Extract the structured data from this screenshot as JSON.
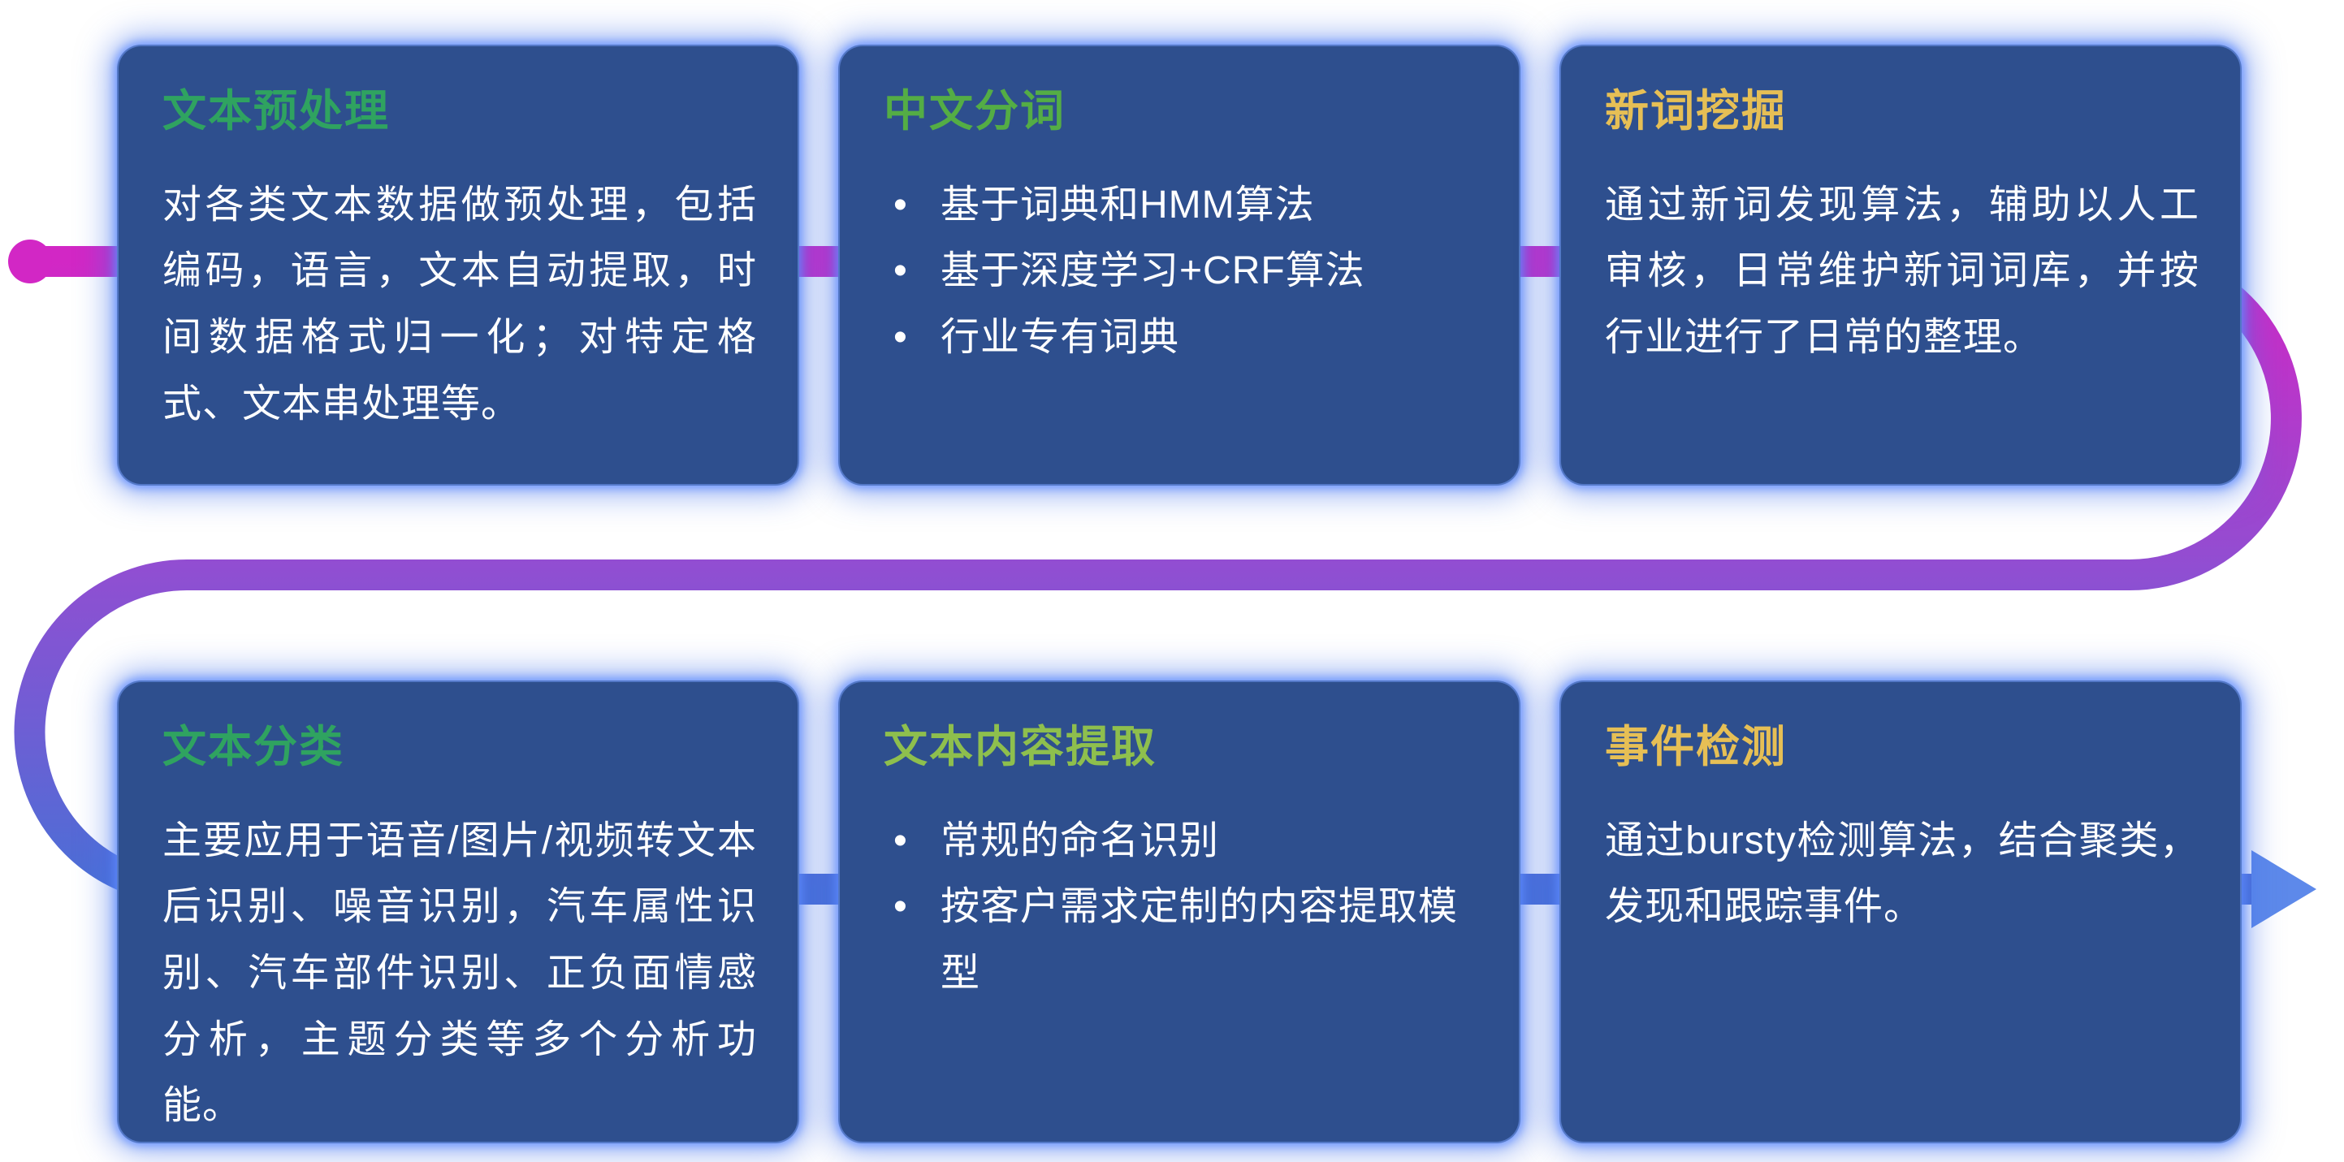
{
  "pipeline": {
    "colors": {
      "start": "#d227c5",
      "mid": "#8f4fd2",
      "end": "#4a6fd6",
      "arrow": "#5d89ea"
    }
  },
  "cards": [
    {
      "title": "文本预处理",
      "title_color": "#2fa360",
      "body": "对各类文本数据做预处理，包括编码，语言，文本自动提取，时间数据格式归一化；对特定格式、文本串处理等。",
      "bullets": []
    },
    {
      "title": "中文分词",
      "title_color": "#54ad45",
      "body": "",
      "bullets": [
        "基于词典和HMM算法",
        "基于深度学习+CRF算法",
        "行业专有词典"
      ]
    },
    {
      "title": "新词挖掘",
      "title_color": "#e6bf55",
      "body": "通过新词发现算法，辅助以人工审核，日常维护新词词库，并按行业进行了日常的整理。",
      "bullets": []
    },
    {
      "title": "文本分类",
      "title_color": "#2fa360",
      "body": "主要应用于语音/图片/视频转文本后识别、噪音识别，汽车属性识别、汽车部件识别、正负面情感分析，主题分类等多个分析功能。",
      "bullets": []
    },
    {
      "title": "文本内容提取",
      "title_color": "#8ebf4d",
      "body": "",
      "bullets": [
        "常规的命名识别",
        "按客户需求定制的内容提取模型"
      ]
    },
    {
      "title": "事件检测",
      "title_color": "#e6bf55",
      "body": "通过bursty检测算法，结合聚类，发现和跟踪事件。",
      "bullets": []
    }
  ]
}
